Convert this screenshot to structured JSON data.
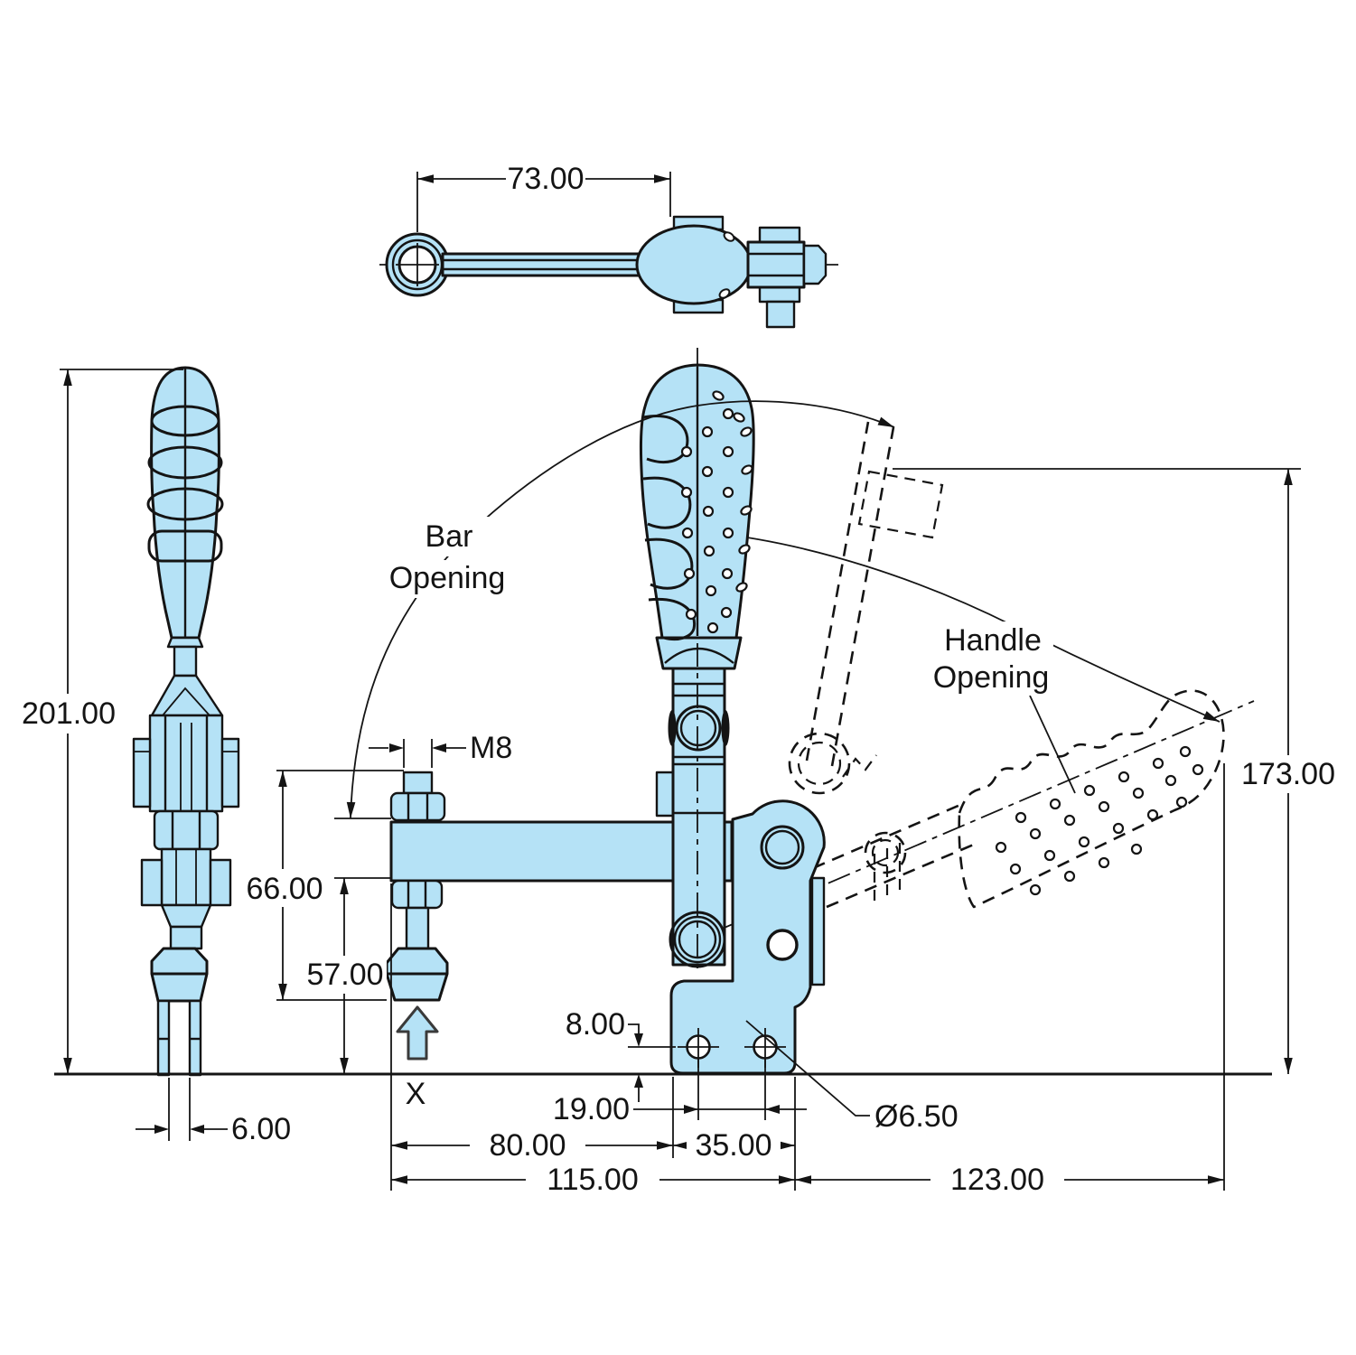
{
  "drawing": {
    "type": "engineering-dimension-drawing",
    "subject": "vertical-handle toggle clamp, three orthographic views with open-position shown dashed",
    "colors": {
      "part_fill": "#B5E2F6",
      "line_color": "#141414",
      "background": "#FFFFFF"
    },
    "labels": {
      "bar_opening": [
        "Bar",
        "Opening"
      ],
      "handle_opening": [
        "Handle",
        "Opening"
      ],
      "datum_x": "X"
    },
    "dimensions": {
      "top_view_pivot_distance": "73.00",
      "side_view_total_height": "201.00",
      "side_view_fork_gap": "6.00",
      "spindle_thread": "M8",
      "bar_top_to_foot": "66.00",
      "under_bar_clearance": "57.00",
      "hole_row_offset": "8.00",
      "hole_spacing": "19.00",
      "bar_reach": "80.00",
      "base_depth": "35.00",
      "overall_reach": "115.00",
      "open_handle_reach": "123.00",
      "open_overall_height": "173.00",
      "mount_hole_diameter": "Ø6.50"
    }
  }
}
